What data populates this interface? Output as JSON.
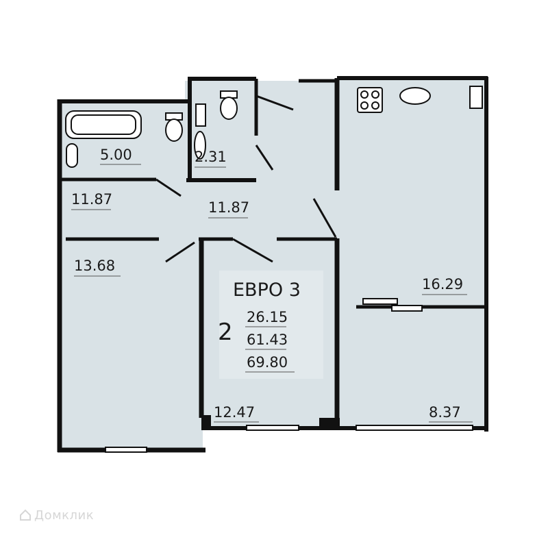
{
  "apartment": {
    "type": "ЕВРО 3",
    "rooms": "2",
    "living_area": "26.15",
    "total_area": "61.43",
    "total_area_with_balcony": "69.80"
  },
  "rooms": {
    "bathroom": "5.00",
    "toilet": "2.31",
    "corridor_left": "11.87",
    "hall": "11.87",
    "bedroom_left": "13.68",
    "kitchen_living": "16.29",
    "room_middle": "12.47",
    "bedroom_right": "8.37"
  },
  "watermark": "Домклик",
  "colors": {
    "floor": "#d9e2e6",
    "wall": "#111111",
    "label_panel": "#e2e9ec",
    "accent": "#b0131a"
  }
}
